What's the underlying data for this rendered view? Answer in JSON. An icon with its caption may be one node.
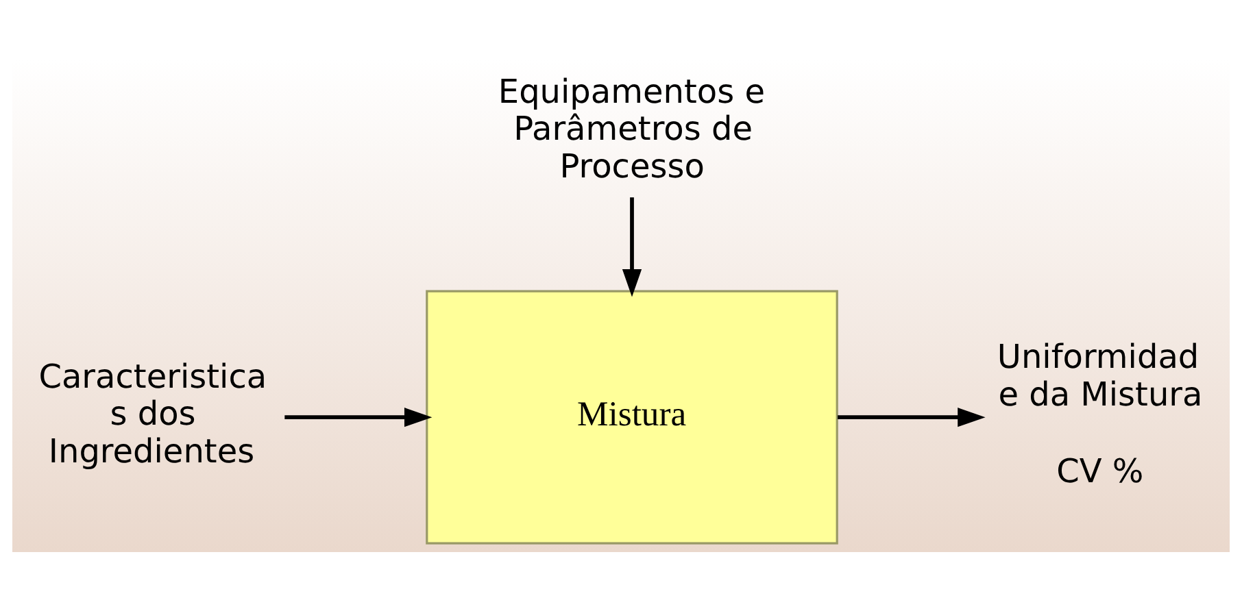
{
  "diagram": {
    "nodes": [
      {
        "text": [
          "Caracteristica s dos Ingredientes"
        ]
      },
      {
        "text": [
          "Mistura"
        ]
      },
      {
        "text": [
          "Uniformidad e da Mistura"
        ],
        "beside": [
          "CV %"
        ]
      },
      {
        "text": [
          "Equipamentos e Parâmetros de Processo"
        ]
      }
    ],
    "edges": [
      {
        "from": 0,
        "to": 1,
        "arrow": "to"
      },
      {
        "from": 1,
        "to": 2,
        "arrow": "to"
      },
      {
        "from": 3,
        "to": 1,
        "arrow": "to"
      }
    ]
  }
}
